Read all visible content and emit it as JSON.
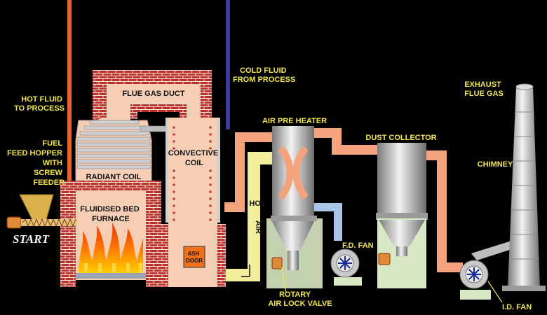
{
  "labels": {
    "hot_fluid": [
      "HOT FLUID",
      "TO PROCESS"
    ],
    "cold_fluid": [
      "COLD FLUID",
      "FROM PROCESS"
    ],
    "flue_gas_duct": "FLUE GAS DUCT",
    "fuel_feed": [
      "FUEL",
      "FEED HOPPER",
      "WITH",
      "SCREW",
      "FEEDER"
    ],
    "radiant_coil": "RADIANT COIL",
    "convective_coil": [
      "CONVECTIVE",
      "COIL"
    ],
    "furnace": [
      "FLUIDISED BED",
      "FURNACE"
    ],
    "start": "START",
    "ash_door": [
      "ASH",
      "DOOR"
    ],
    "hot_air": [
      "HOT",
      "AIR"
    ],
    "air_pre_heater": "AIR PRE HEATER",
    "dust_collector": "DUST  COLLECTOR",
    "exhaust": [
      "EXHAUST",
      "FLUE GAS"
    ],
    "chimney": "CHIMNEY",
    "fd_fan": "F.D. FAN",
    "rotary_valve": [
      "ROTARY",
      "AIR LOCK VALVE"
    ],
    "id_fan": "I.D. FAN"
  },
  "colors": {
    "brick": "#b8322a",
    "duct": "#f5a37c",
    "hot_air_duct": "#f3ee9c",
    "fd_duct": "#a9c5e6",
    "steel": "#c8c8c8",
    "label_yellow": "#f2e64a",
    "hot_pipe": "#e8622c",
    "cold_pipe": "#3a3a9c"
  }
}
